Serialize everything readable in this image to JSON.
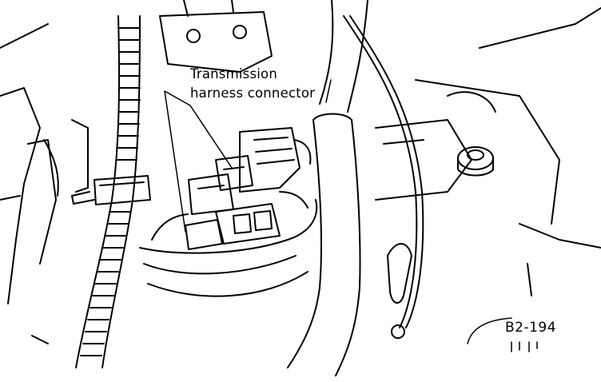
{
  "callout": {
    "line1": "Transmission",
    "line2": "harness connector"
  },
  "figure_id": "B2-194",
  "colors": {
    "ink": "#000000",
    "paper": "#ffffff"
  }
}
